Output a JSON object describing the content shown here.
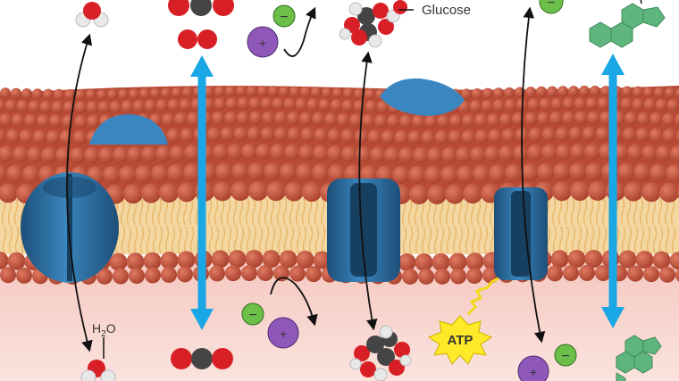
{
  "labels": {
    "glucose": "Glucose",
    "water_h": "H",
    "water_sub": "2",
    "water_o": "O",
    "atp": "ATP",
    "minus": "−",
    "plus": "+"
  },
  "colors": {
    "exterior_bg": "#ffffff",
    "cytoplasm_bg": "#f7cfc8",
    "phospholipid_head": "#c6523c",
    "lipid_tail": "#f0c27a",
    "protein_channel": "#2e6f9e",
    "arrow_blue": "#1aa7e6",
    "oxygen_red": "#d91f26",
    "carbon_gray": "#444444",
    "hydrogen_white": "#e8e8e8",
    "anion_green": "#6cc04a",
    "cation_purple": "#8f57b8",
    "atp_yellow": "#ffe928",
    "hormone_green": "#5fb57e"
  }
}
